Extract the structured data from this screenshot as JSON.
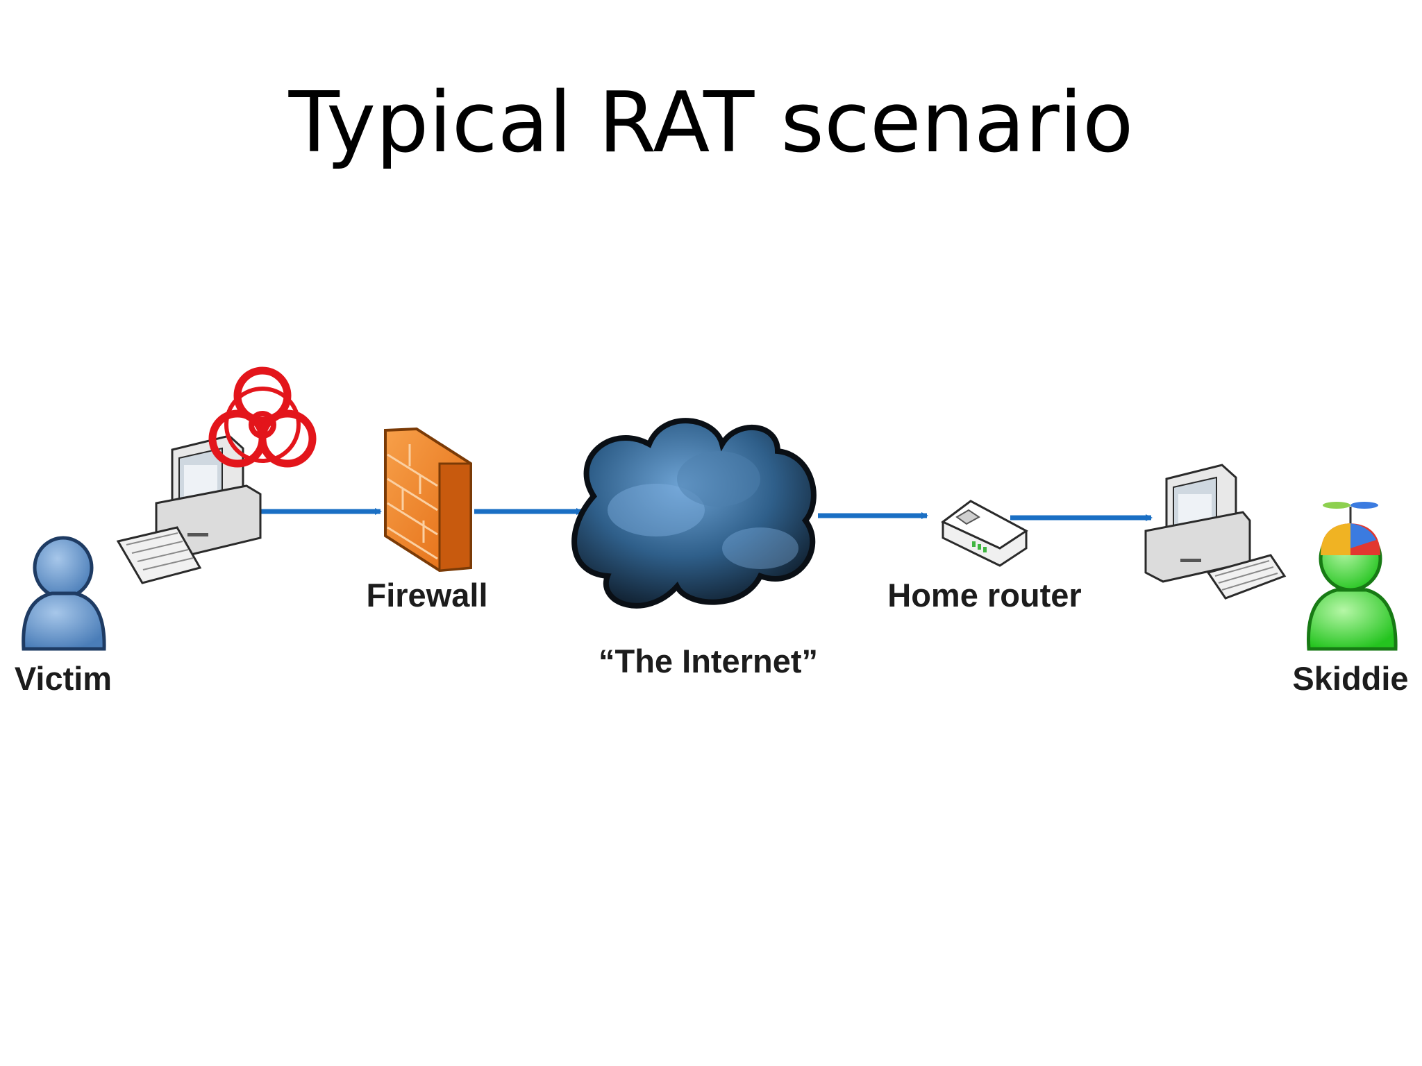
{
  "slide": {
    "title": "Typical RAT scenario"
  },
  "diagram": {
    "nodes": [
      {
        "id": "victim",
        "label": "Victim",
        "icon": "user-icon",
        "color": "#5b8fc9"
      },
      {
        "id": "victim-pc",
        "label": "",
        "icon": "infected-computer-icon",
        "badge": "biohazard-icon",
        "badge_color": "#e3151b"
      },
      {
        "id": "firewall",
        "label": "Firewall",
        "icon": "firewall-icon",
        "color": "#f2872a"
      },
      {
        "id": "internet",
        "label": "“The Internet”",
        "icon": "cloud-icon",
        "color": "#2f5f8a"
      },
      {
        "id": "router",
        "label": "Home router",
        "icon": "router-icon"
      },
      {
        "id": "skiddie-pc",
        "label": "",
        "icon": "computer-icon"
      },
      {
        "id": "skiddie",
        "label": "Skiddie",
        "icon": "user-propeller-hat-icon",
        "color": "#3fd83a"
      }
    ],
    "connections": [
      {
        "from": "victim-pc",
        "to": "firewall"
      },
      {
        "from": "firewall",
        "to": "internet"
      },
      {
        "from": "internet",
        "to": "router"
      },
      {
        "from": "router",
        "to": "skiddie-pc"
      }
    ],
    "arrow_color": "#1a6fc4"
  }
}
